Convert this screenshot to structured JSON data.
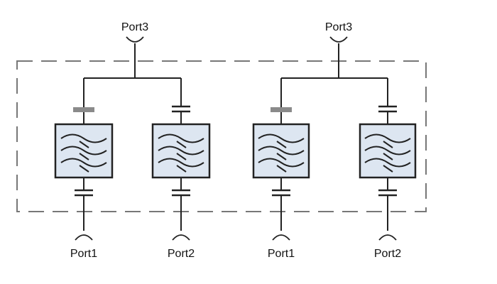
{
  "diagram": {
    "title": "",
    "circuits": [
      {
        "top_port": "Port3",
        "left_port": "Port1",
        "right_port": "Port2"
      },
      {
        "top_port": "Port3",
        "left_port": "Port1",
        "right_port": "Port2"
      }
    ],
    "colors": {
      "filter_fill": "#dde6f1",
      "line": "#222222",
      "boundary": "#777777",
      "shunt_bar": "#8a8a8a"
    }
  }
}
